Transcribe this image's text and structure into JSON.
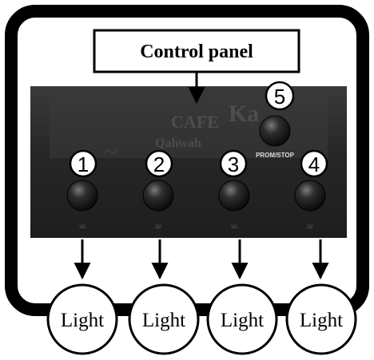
{
  "title": "Control panel",
  "switch_label": "PROM/STOP",
  "panel_background_text": {
    "cafe": "CAFE",
    "brand": "Ka",
    "qahwah": "Qahwah"
  },
  "buttons": [
    {
      "number": "1"
    },
    {
      "number": "2"
    },
    {
      "number": "3"
    },
    {
      "number": "4"
    },
    {
      "number": "5"
    }
  ],
  "lights": [
    {
      "label": "Light"
    },
    {
      "label": "Light"
    },
    {
      "label": "Light"
    },
    {
      "label": "Light"
    }
  ],
  "colors": {
    "frame": "#000000",
    "panel": "#2b2b2b",
    "button": "#1a1a1a",
    "background": "#ffffff"
  }
}
